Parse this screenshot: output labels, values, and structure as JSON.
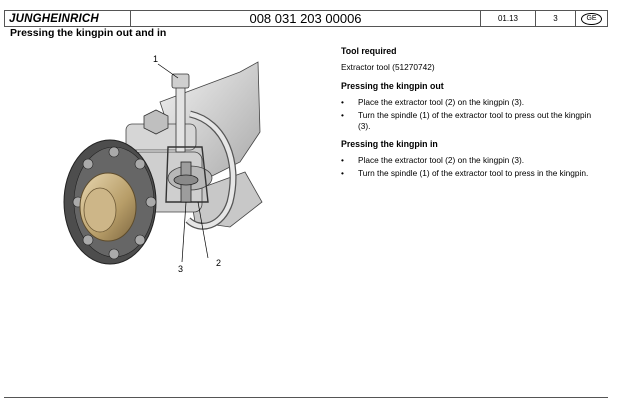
{
  "header": {
    "logo": "JUNGHEINRICH",
    "doc_number": "008 031 203 00006",
    "date": "01.13",
    "page": "3",
    "language": "GE"
  },
  "page_title": "Pressing the kingpin out and in",
  "figure": {
    "callout_1": "1",
    "callout_2": "2",
    "callout_3": "3"
  },
  "sections": {
    "tool_heading": "Tool required",
    "tool_text": "Extractor tool (51270742)",
    "out_heading": "Pressing the kingpin out",
    "out_steps": [
      "Place the extractor tool (2) on the kingpin (3).",
      "Turn the spindle (1) of the extractor tool to press out the kingpin (3)."
    ],
    "in_heading": "Pressing the kingpin in",
    "in_steps": [
      "Place the extractor tool (2) on the kingpin (3).",
      "Turn the spindle (1) of the extractor tool to press in the kingpin."
    ],
    "bullet_char": "•"
  }
}
